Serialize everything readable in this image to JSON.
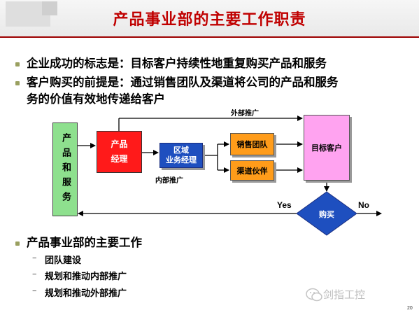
{
  "title": "产品事业部的主要工作职责",
  "bullets": [
    "企业成功的标志是：目标客户持续性地重复购买产品和服务",
    "客户购买的前提是：通过销售团队及渠道将公司的产品和服务",
    "务的价值有效地传递给客户"
  ],
  "diagram": {
    "product_service": "产品和服务",
    "product_manager_l1": "产品",
    "product_manager_l2": "经理",
    "regional_manager_l1": "区域",
    "regional_manager_l2": "业务经理",
    "sales_team": "销售团队",
    "channel_partner": "渠道伙伴",
    "target_customer": "目标客户",
    "purchase": "购买",
    "external_promo": "外部推广",
    "internal_promo": "内部推广",
    "yes": "Yes",
    "no": "No"
  },
  "section2": {
    "heading": "产品事业部的主要工作",
    "items": [
      "团队建设",
      "规划和推动内部推广",
      "规划和推动外部推广"
    ]
  },
  "watermark": "剑指工控",
  "page_number": "20",
  "colors": {
    "title": "#c00000",
    "green_box": "#8ee08e",
    "red_box": "#ff1a1a",
    "blue_box": "#1e4fbf",
    "orange_box": "#ff9c1a",
    "pink_box": "#ffa3f0",
    "diamond": "#1e4fbf"
  }
}
